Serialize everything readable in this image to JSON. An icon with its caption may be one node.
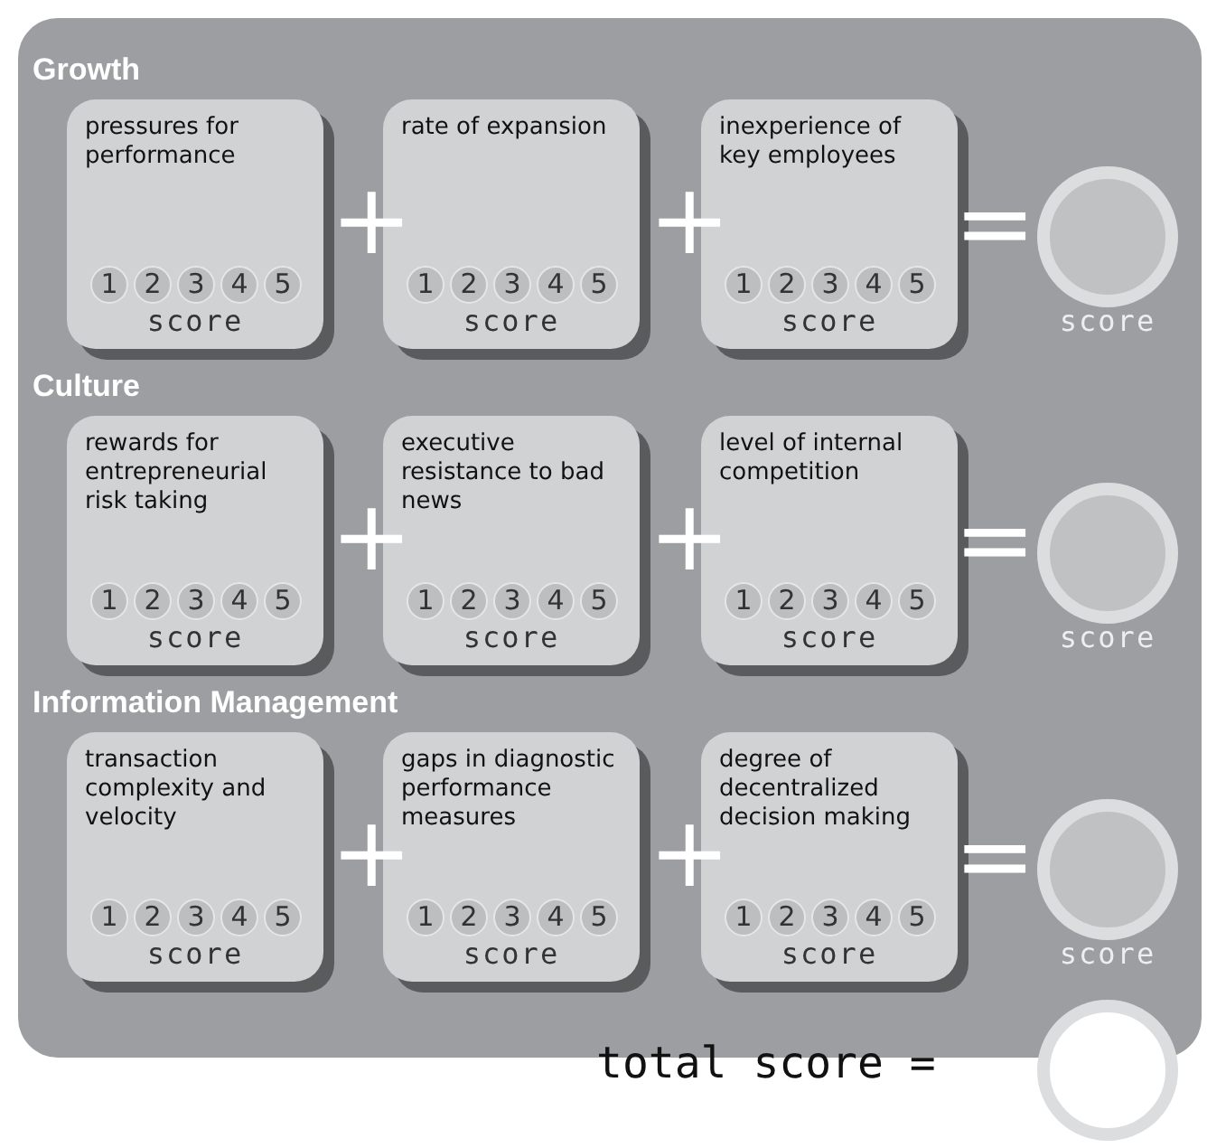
{
  "diagram": {
    "nodes": [
      {
        "text": [],
        "shape": "box"
      },
      {
        "text": [
          "pressures for performance",
          "1",
          "2",
          "3",
          "4",
          "5",
          "score"
        ],
        "in": 0
      },
      {
        "text": [
          "rate of expansion",
          "1",
          "2",
          "3",
          "4",
          "5",
          "score"
        ],
        "in": 0
      },
      {
        "text": [
          "inexperience of key employees",
          "1",
          "2",
          "3",
          "4",
          "5",
          "score"
        ],
        "in": 0
      },
      {
        "text": [],
        "shape": "circle",
        "beside": [
          "score"
        ],
        "in": 0
      },
      {
        "text": [
          "rewards for entrepreneurial risk taking",
          "1",
          "2",
          "3",
          "4",
          "5",
          "score"
        ],
        "in": 0
      },
      {
        "text": [
          "executive resistance to bad news",
          "1",
          "2",
          "3",
          "4",
          "5",
          "score"
        ],
        "in": 0
      },
      {
        "text": [
          "level of internal competition",
          "1",
          "2",
          "3",
          "4",
          "5",
          "score"
        ],
        "in": 0
      },
      {
        "text": [],
        "shape": "circle",
        "beside": [
          "score"
        ],
        "in": 0
      },
      {
        "text": [
          "transaction complexity and velocity",
          "1",
          "2",
          "3",
          "4",
          "5",
          "score"
        ],
        "in": 0
      },
      {
        "text": [
          "gaps in diagnostic performance measures",
          "1",
          "2",
          "3",
          "4",
          "5",
          "score"
        ],
        "in": 0
      },
      {
        "text": [
          "degree of decentralized decision making",
          "1",
          "2",
          "3",
          "4",
          "5",
          "score"
        ],
        "in": 0
      },
      {
        "text": [],
        "shape": "circle",
        "beside": [
          "score"
        ],
        "in": 0
      },
      {
        "text": [],
        "shape": "circle"
      }
    ],
    "labels": [
      "Growth",
      "+",
      "+",
      "=",
      "Culture",
      "+",
      "+",
      "=",
      "Information Management",
      "+",
      "+",
      "=",
      "total score ="
    ]
  }
}
